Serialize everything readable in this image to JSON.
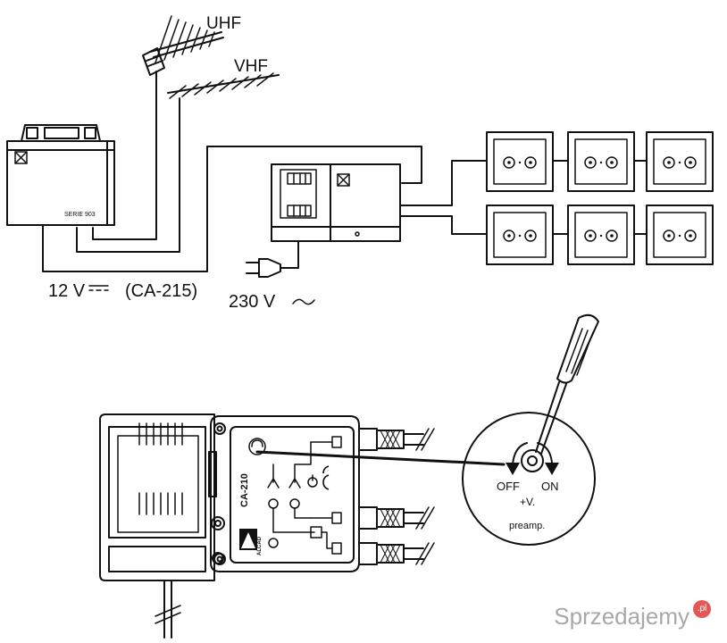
{
  "labels": {
    "uhf": "UHF",
    "vhf": "VHF",
    "serie": "SERIE 903",
    "power_12v": "12 V",
    "ca215": "(CA-215)",
    "power_230v": "230 V",
    "ca210": "CA-210",
    "alcad": "ALCAD",
    "off": "OFF",
    "on": "ON",
    "plus_v": "+V.",
    "preamp": "preamp."
  },
  "watermark": {
    "text": "Sprzedajemy",
    "badge": ".pl"
  },
  "outlets": {
    "rows": 2,
    "per_row": 3
  }
}
